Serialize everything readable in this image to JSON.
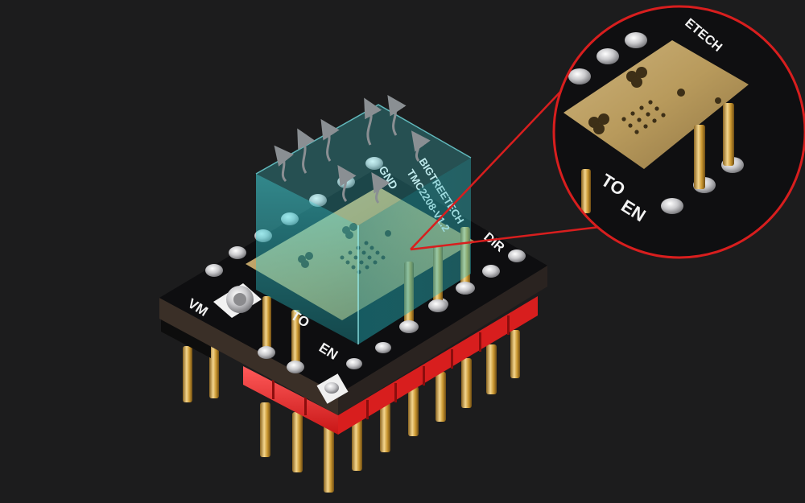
{
  "image": {
    "subject": "Stepper motor driver module with exposed copper heat-dissipation pad",
    "background_color": "#1c1c1d",
    "accent_color": "#d81e1e",
    "heat_box_color": "#2fc1c8"
  },
  "board": {
    "brand_text": "BIGTREETECH",
    "model_text": "TMC2208-V1.2",
    "pin_labels": {
      "vm": "VM",
      "gnd": "GND",
      "en": "EN",
      "dir": "DIR",
      "to": "TO"
    }
  },
  "zoom_inset": {
    "brand_text_partial": "ETECH",
    "pin_labels": {
      "to": "TO",
      "en": "EN"
    }
  }
}
